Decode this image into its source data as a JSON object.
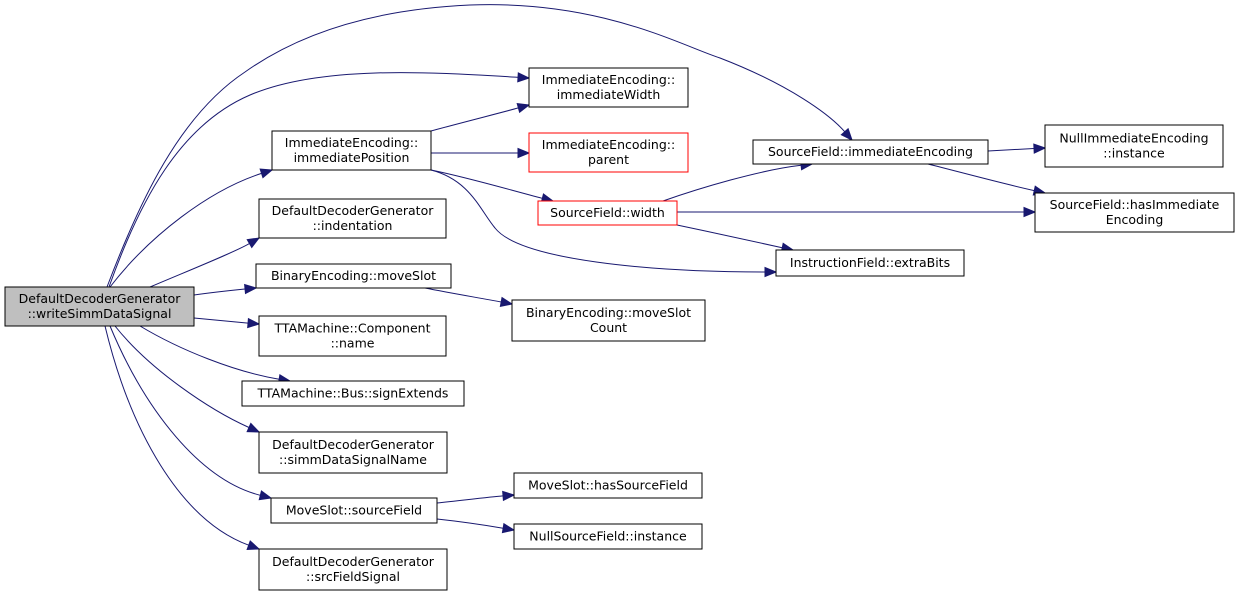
{
  "colors": {
    "edge": "#191970",
    "root_fill": "#bfbfbf",
    "node_fill": "#ffffff",
    "node_border": "#000000",
    "incomplete_border": "#ff0000"
  },
  "nodes": [
    {
      "id": "root",
      "lines": [
        "DefaultDecoderGenerator",
        "::writeSimmDataSignal"
      ],
      "style": "root"
    },
    {
      "id": "imm_width",
      "lines": [
        "ImmediateEncoding::",
        "immediateWidth"
      ],
      "style": "normal"
    },
    {
      "id": "imm_position",
      "lines": [
        "ImmediateEncoding::",
        "immediatePosition"
      ],
      "style": "normal"
    },
    {
      "id": "imm_parent",
      "lines": [
        "ImmediateEncoding::",
        "parent"
      ],
      "style": "incomplete"
    },
    {
      "id": "sf_width",
      "lines": [
        "SourceField::width"
      ],
      "style": "incomplete"
    },
    {
      "id": "sf_immenc",
      "lines": [
        "SourceField::immediateEncoding"
      ],
      "style": "normal"
    },
    {
      "id": "null_imm_instance",
      "lines": [
        "NullImmediateEncoding",
        "::instance"
      ],
      "style": "normal"
    },
    {
      "id": "sf_hasimm",
      "lines": [
        "SourceField::hasImmediate",
        "Encoding"
      ],
      "style": "normal"
    },
    {
      "id": "if_extrabits",
      "lines": [
        "InstructionField::extraBits"
      ],
      "style": "normal"
    },
    {
      "id": "ddg_indent",
      "lines": [
        "DefaultDecoderGenerator",
        "::indentation"
      ],
      "style": "normal"
    },
    {
      "id": "be_moveslot",
      "lines": [
        "BinaryEncoding::moveSlot"
      ],
      "style": "normal"
    },
    {
      "id": "be_moveslotcount",
      "lines": [
        "BinaryEncoding::moveSlot",
        "Count"
      ],
      "style": "normal"
    },
    {
      "id": "tta_comp_name",
      "lines": [
        "TTAMachine::Component",
        "::name"
      ],
      "style": "normal"
    },
    {
      "id": "tta_bus_sign",
      "lines": [
        "TTAMachine::Bus::signExtends"
      ],
      "style": "normal"
    },
    {
      "id": "ddg_simmname",
      "lines": [
        "DefaultDecoderGenerator",
        "::simmDataSignalName"
      ],
      "style": "normal"
    },
    {
      "id": "ms_sourcefield",
      "lines": [
        "MoveSlot::sourceField"
      ],
      "style": "normal"
    },
    {
      "id": "ms_hassource",
      "lines": [
        "MoveSlot::hasSourceField"
      ],
      "style": "normal"
    },
    {
      "id": "null_sf_instance",
      "lines": [
        "NullSourceField::instance"
      ],
      "style": "normal"
    },
    {
      "id": "ddg_srcfield",
      "lines": [
        "DefaultDecoderGenerator",
        "::srcFieldSignal"
      ],
      "style": "normal"
    }
  ],
  "edges": [
    {
      "from": "root",
      "to": "sf_immenc"
    },
    {
      "from": "root",
      "to": "imm_width"
    },
    {
      "from": "root",
      "to": "imm_position"
    },
    {
      "from": "root",
      "to": "ddg_indent"
    },
    {
      "from": "root",
      "to": "be_moveslot"
    },
    {
      "from": "root",
      "to": "tta_comp_name"
    },
    {
      "from": "root",
      "to": "tta_bus_sign"
    },
    {
      "from": "root",
      "to": "ddg_simmname"
    },
    {
      "from": "root",
      "to": "ms_sourcefield"
    },
    {
      "from": "root",
      "to": "ddg_srcfield"
    },
    {
      "from": "imm_position",
      "to": "imm_width"
    },
    {
      "from": "imm_position",
      "to": "imm_parent"
    },
    {
      "from": "imm_position",
      "to": "sf_width"
    },
    {
      "from": "imm_position",
      "to": "if_extrabits"
    },
    {
      "from": "sf_width",
      "to": "sf_immenc"
    },
    {
      "from": "sf_width",
      "to": "sf_hasimm"
    },
    {
      "from": "sf_width",
      "to": "if_extrabits"
    },
    {
      "from": "sf_immenc",
      "to": "null_imm_instance"
    },
    {
      "from": "sf_immenc",
      "to": "sf_hasimm"
    },
    {
      "from": "be_moveslot",
      "to": "be_moveslotcount"
    },
    {
      "from": "ms_sourcefield",
      "to": "ms_hassource"
    },
    {
      "from": "ms_sourcefield",
      "to": "null_sf_instance"
    }
  ]
}
